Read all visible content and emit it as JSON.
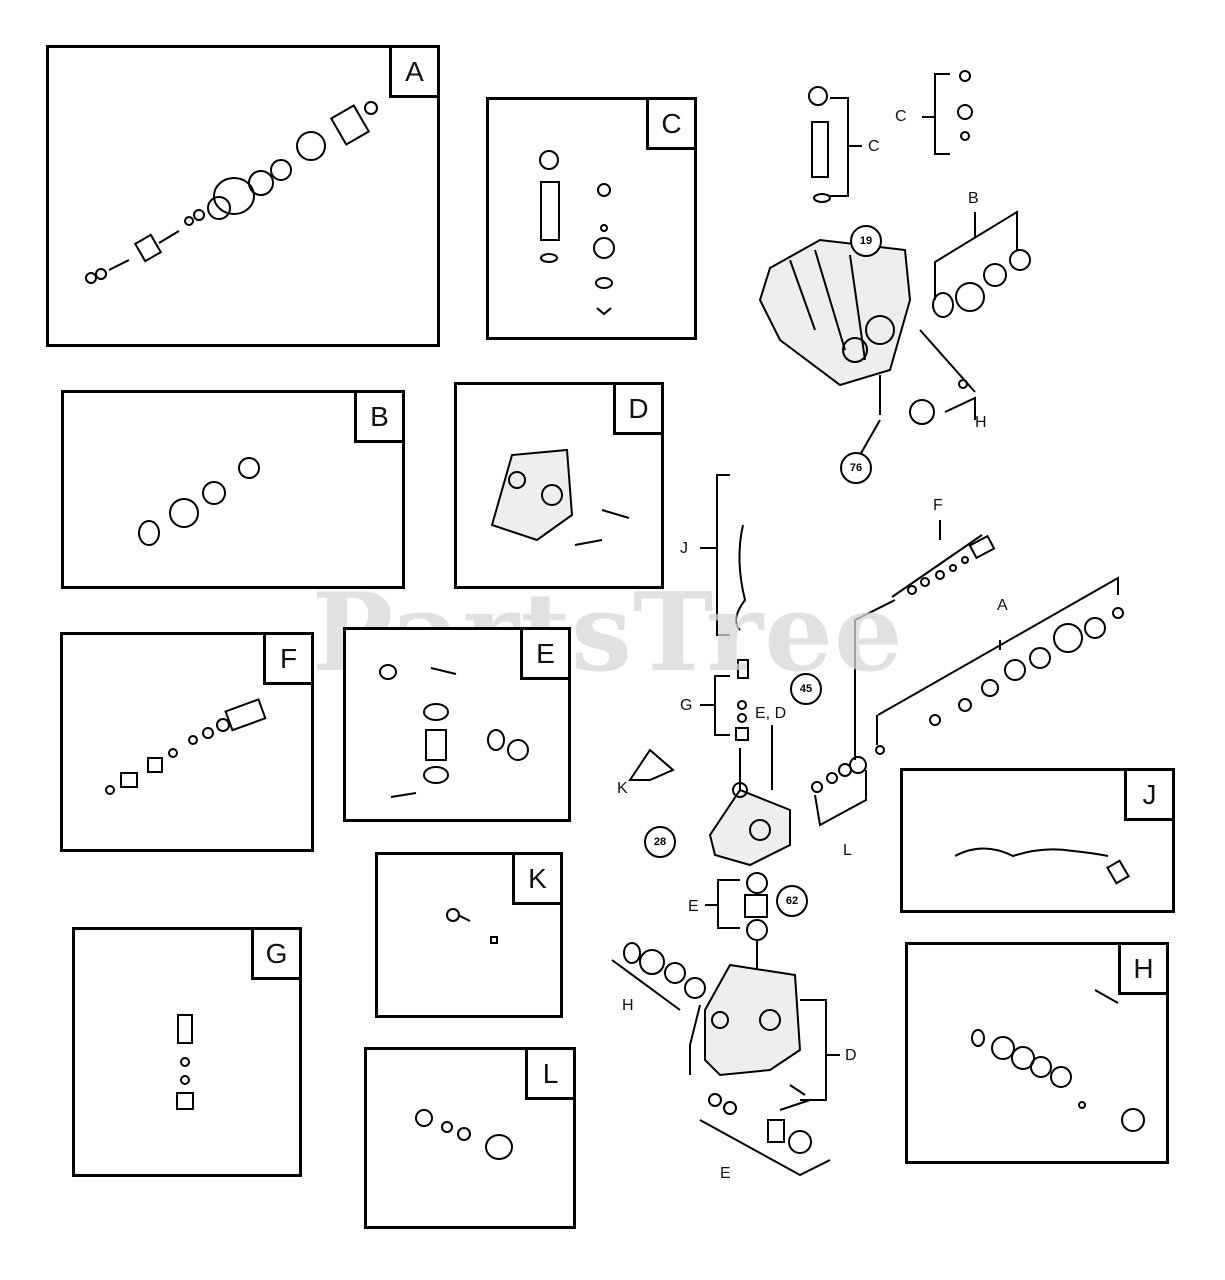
{
  "watermark": "PartsTree",
  "panels": {
    "A": "A",
    "B": "B",
    "C": "C",
    "D": "D",
    "E": "E",
    "F": "F",
    "G": "G",
    "H": "H",
    "J": "J",
    "K": "K",
    "L": "L"
  },
  "callouts": {
    "c_top": "C",
    "c_stack": "C",
    "b_head": "B",
    "h_head": "H",
    "f_line": "F",
    "a_line": "A",
    "j_line": "J",
    "g_line": "G",
    "ed_line": "E, D",
    "k_line": "K",
    "l_line": "L",
    "e_mid": "E",
    "h_low": "H",
    "d_low": "D",
    "e_low": "E"
  },
  "circled_parts": [
    "19",
    "76",
    "45",
    "28",
    "62"
  ],
  "colors": {
    "line": "#000000",
    "watermark": "#d8d8d8"
  }
}
